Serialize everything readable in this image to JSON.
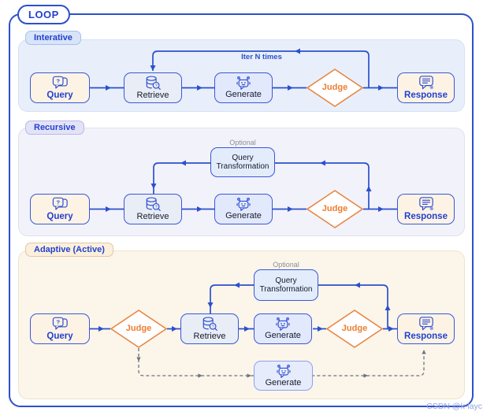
{
  "loop": {
    "label": "LOOP"
  },
  "watermark": "CSDN @k-layc",
  "colors": {
    "primary_blue": "#2c50cc",
    "node_border_blue": "#3a57d7",
    "judge_orange_border": "#e8823c",
    "judge_orange_text": "#ed7d31",
    "cream_fill": "#fdf3e5",
    "retrieve_fill": "#e9edf6",
    "generate_fill": "#e3e9fc",
    "iterative_bg": "#e8effb",
    "recursive_bg": "#f2f2fb",
    "adaptive_bg": "#fcf5ea",
    "dashed_gray": "#6b7280"
  },
  "sections": {
    "iterative": {
      "title": "Interative",
      "edge_label": "Iter N times",
      "nodes": {
        "query": {
          "label": "Query",
          "icon": "chat-question-icon"
        },
        "retrieve": {
          "label": "Retrieve",
          "icon": "database-search-icon"
        },
        "generate": {
          "label": "Generate",
          "icon": "robot-icon"
        },
        "judge": {
          "label": "Judge"
        },
        "response": {
          "label": "Response",
          "icon": "chat-lines-sparkle-icon"
        }
      }
    },
    "recursive": {
      "title": "Recursive",
      "optional_label": "Optional",
      "nodes": {
        "query": {
          "label": "Query",
          "icon": "chat-question-icon"
        },
        "retrieve": {
          "label": "Retrieve",
          "icon": "database-search-icon"
        },
        "generate": {
          "label": "Generate",
          "icon": "robot-icon"
        },
        "judge": {
          "label": "Judge"
        },
        "query_transformation": {
          "label": "Query Transformation"
        },
        "response": {
          "label": "Response",
          "icon": "chat-lines-sparkle-icon"
        }
      }
    },
    "adaptive": {
      "title": "Adaptive (Active)",
      "optional_label": "Optional",
      "nodes": {
        "query": {
          "label": "Query",
          "icon": "chat-question-icon"
        },
        "judge_pre": {
          "label": "Judge"
        },
        "retrieve": {
          "label": "Retrieve",
          "icon": "database-search-icon"
        },
        "generate": {
          "label": "Generate",
          "icon": "robot-icon"
        },
        "judge_post": {
          "label": "Judge"
        },
        "response": {
          "label": "Response",
          "icon": "chat-lines-sparkle-icon"
        },
        "query_transformation": {
          "label": "Query Transformation"
        },
        "generate_fallback": {
          "label": "Generate",
          "icon": "robot-icon"
        }
      }
    }
  }
}
